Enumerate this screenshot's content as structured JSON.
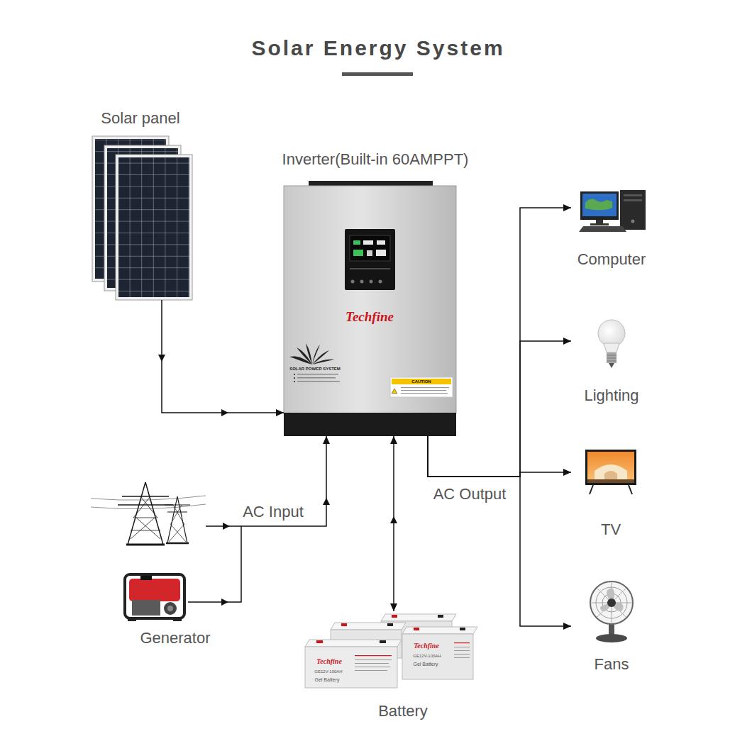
{
  "diagram": {
    "title": "Solar Energy System",
    "nodes": [
      {
        "text": [
          "Solar panel"
        ]
      },
      {
        "text": [
          "Inverter(Built-in 60AMPPT)"
        ]
      },
      {
        "text": [
          "Computer"
        ]
      },
      {
        "text": [
          "Lighting"
        ]
      },
      {
        "text": [
          "TV"
        ]
      },
      {
        "text": [
          "Fans"
        ]
      },
      {
        "text": [
          "Generator"
        ]
      },
      {
        "text": [
          "Battery"
        ]
      }
    ],
    "edges": [
      {
        "from": 0,
        "to": 1,
        "arrow": "to"
      },
      {
        "from": 6,
        "to": 1,
        "label": "AC Input",
        "arrow": "to"
      },
      {
        "from": 1,
        "to": 7,
        "arrow": "both"
      },
      {
        "from": 1,
        "to": 2,
        "label": "AC Output",
        "arrow": "to"
      },
      {
        "from": 1,
        "to": 3,
        "arrow": "to"
      },
      {
        "from": 1,
        "to": 4,
        "arrow": "to"
      },
      {
        "from": 1,
        "to": 5,
        "arrow": "to"
      }
    ],
    "labels": [
      "Techfine",
      "SOLAR POWER SYSTEM",
      "CAUTION",
      "Techfine",
      "GE12V-100AH",
      "Gel Battery",
      "Techfine",
      "GE12V-100AH",
      "Gel Battery"
    ]
  }
}
